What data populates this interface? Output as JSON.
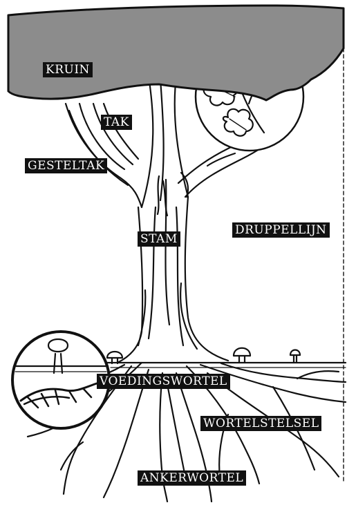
{
  "labels": {
    "kruin": "KRUIN",
    "tak": "TAK",
    "gesteltak": "GESTELTAK",
    "stam": "STAM",
    "druppellijn": "DRUPPELLIJN",
    "voedingswortel": "VOEDINGSWORTEL",
    "wortelstelsel": "WORTELSTELSEL",
    "ankerwortel": "ANKERWORTEL"
  },
  "colors": {
    "crown_fill": "#8c8c8c",
    "outline": "#111111",
    "label_background": "#111111",
    "label_text": "#ffffff"
  },
  "icons": [
    "oak-leaf-icon",
    "mushroom-icon"
  ]
}
